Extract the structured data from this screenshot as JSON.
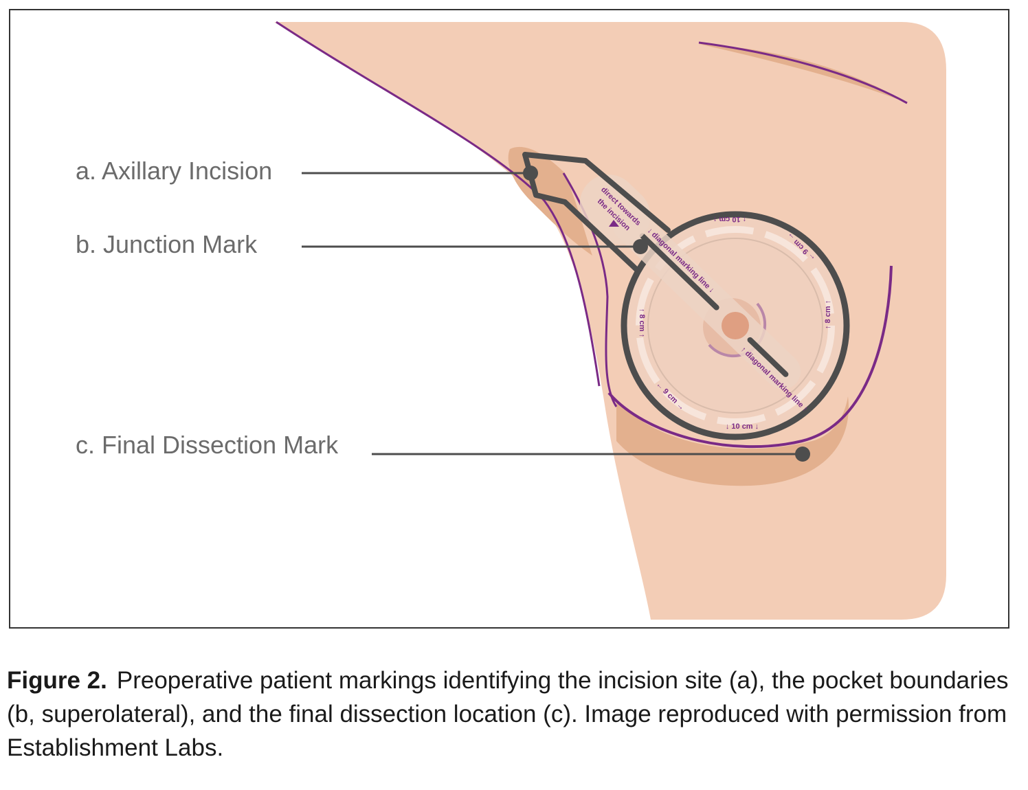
{
  "figure": {
    "callouts": [
      {
        "id": "a",
        "label": "a.  Axillary Incision"
      },
      {
        "id": "b",
        "label": "b. Junction Mark"
      },
      {
        "id": "c",
        "label": "c. Final Dissection Mark"
      }
    ],
    "sizer_texts": {
      "top": "↑ 10 cm ↑",
      "bottom": "↓ 10 cm ↓",
      "upper_right": "← 9 cm →",
      "lower_left": "← 9 cm →",
      "right": "↑ 8 cm ↑",
      "left": "↑ 8 cm ↑",
      "direction_line1": "direct towards",
      "direction_line2": "the incision",
      "diagonal_upper": "↓ diagonal marking line ↓",
      "diagonal_lower": "↑ diagonal marking line ↑"
    },
    "colors": {
      "skin": "#f3cdb6",
      "skin_shadow": "#e3b08e",
      "outline_purple": "#7a2a86",
      "tool_gray": "#4d4d4d",
      "tool_fill": "#ecd3c4",
      "areola": "#df9f82"
    }
  },
  "caption": {
    "figure_number": "Figure 2.",
    "text": "Preoperative patient markings identifying the incision site (a), the pocket boundaries (b, superolateral), and the final dissection location (c). Image reproduced with permission from Establishment Labs."
  }
}
